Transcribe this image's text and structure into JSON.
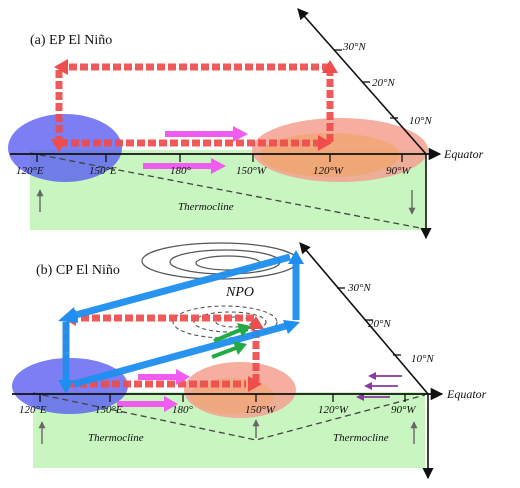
{
  "panels": [
    {
      "title": "(a) EP El Niño",
      "longitudes": [
        "120°E",
        "150°E",
        "180°",
        "150°W",
        "120°W",
        "90°W"
      ],
      "latitudes": [
        "30°N",
        "20°N",
        "10°N"
      ],
      "equator": "Equator",
      "thermocline": "Thermocline"
    },
    {
      "title": "(b) CP El Niño",
      "longitudes": [
        "120°E",
        "150°E",
        "180°",
        "150°W",
        "120°W",
        "90°W"
      ],
      "latitudes": [
        "30°N",
        "20°N",
        "10°N"
      ],
      "equator": "Equator",
      "thermocline_west": "Thermocline",
      "thermocline_east": "Thermocline",
      "npo": "NPO"
    }
  ],
  "colors": {
    "warm_pool": "#5a5ff0",
    "warm_anomaly": "#f5a090",
    "walker_cell": "#ef4c4c",
    "npo_cell": "#1e8ff0",
    "surface_current": "#ef5cef",
    "ocean_box": "#c8f5c0",
    "trade_wind": "#22aa44",
    "easterly": "#8a3aa0"
  }
}
